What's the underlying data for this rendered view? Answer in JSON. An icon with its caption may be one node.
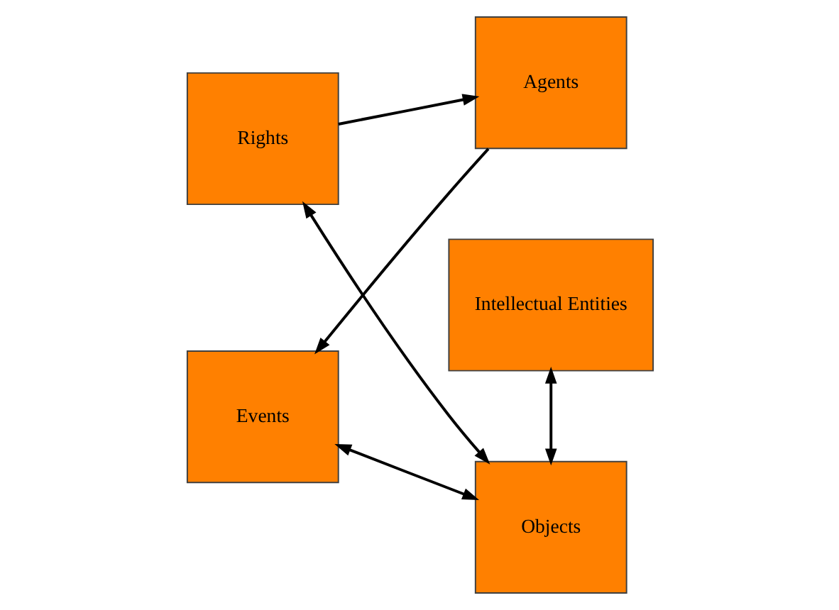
{
  "diagram": {
    "nodes": [
      {
        "text": [
          "Intellectual Entities"
        ]
      },
      {
        "text": [
          "Rights"
        ]
      },
      {
        "text": [
          "Objects"
        ]
      },
      {
        "text": [
          "Agents"
        ]
      },
      {
        "text": [
          "Events"
        ]
      }
    ],
    "edges": [
      {
        "from": 0,
        "to": 2,
        "arrow": "both"
      },
      {
        "from": 1,
        "to": 2,
        "arrow": "both"
      },
      {
        "from": 1,
        "to": 3,
        "arrow": "to"
      },
      {
        "from": 3,
        "to": 4,
        "arrow": "to"
      },
      {
        "from": 4,
        "to": 2,
        "arrow": "both"
      }
    ]
  }
}
